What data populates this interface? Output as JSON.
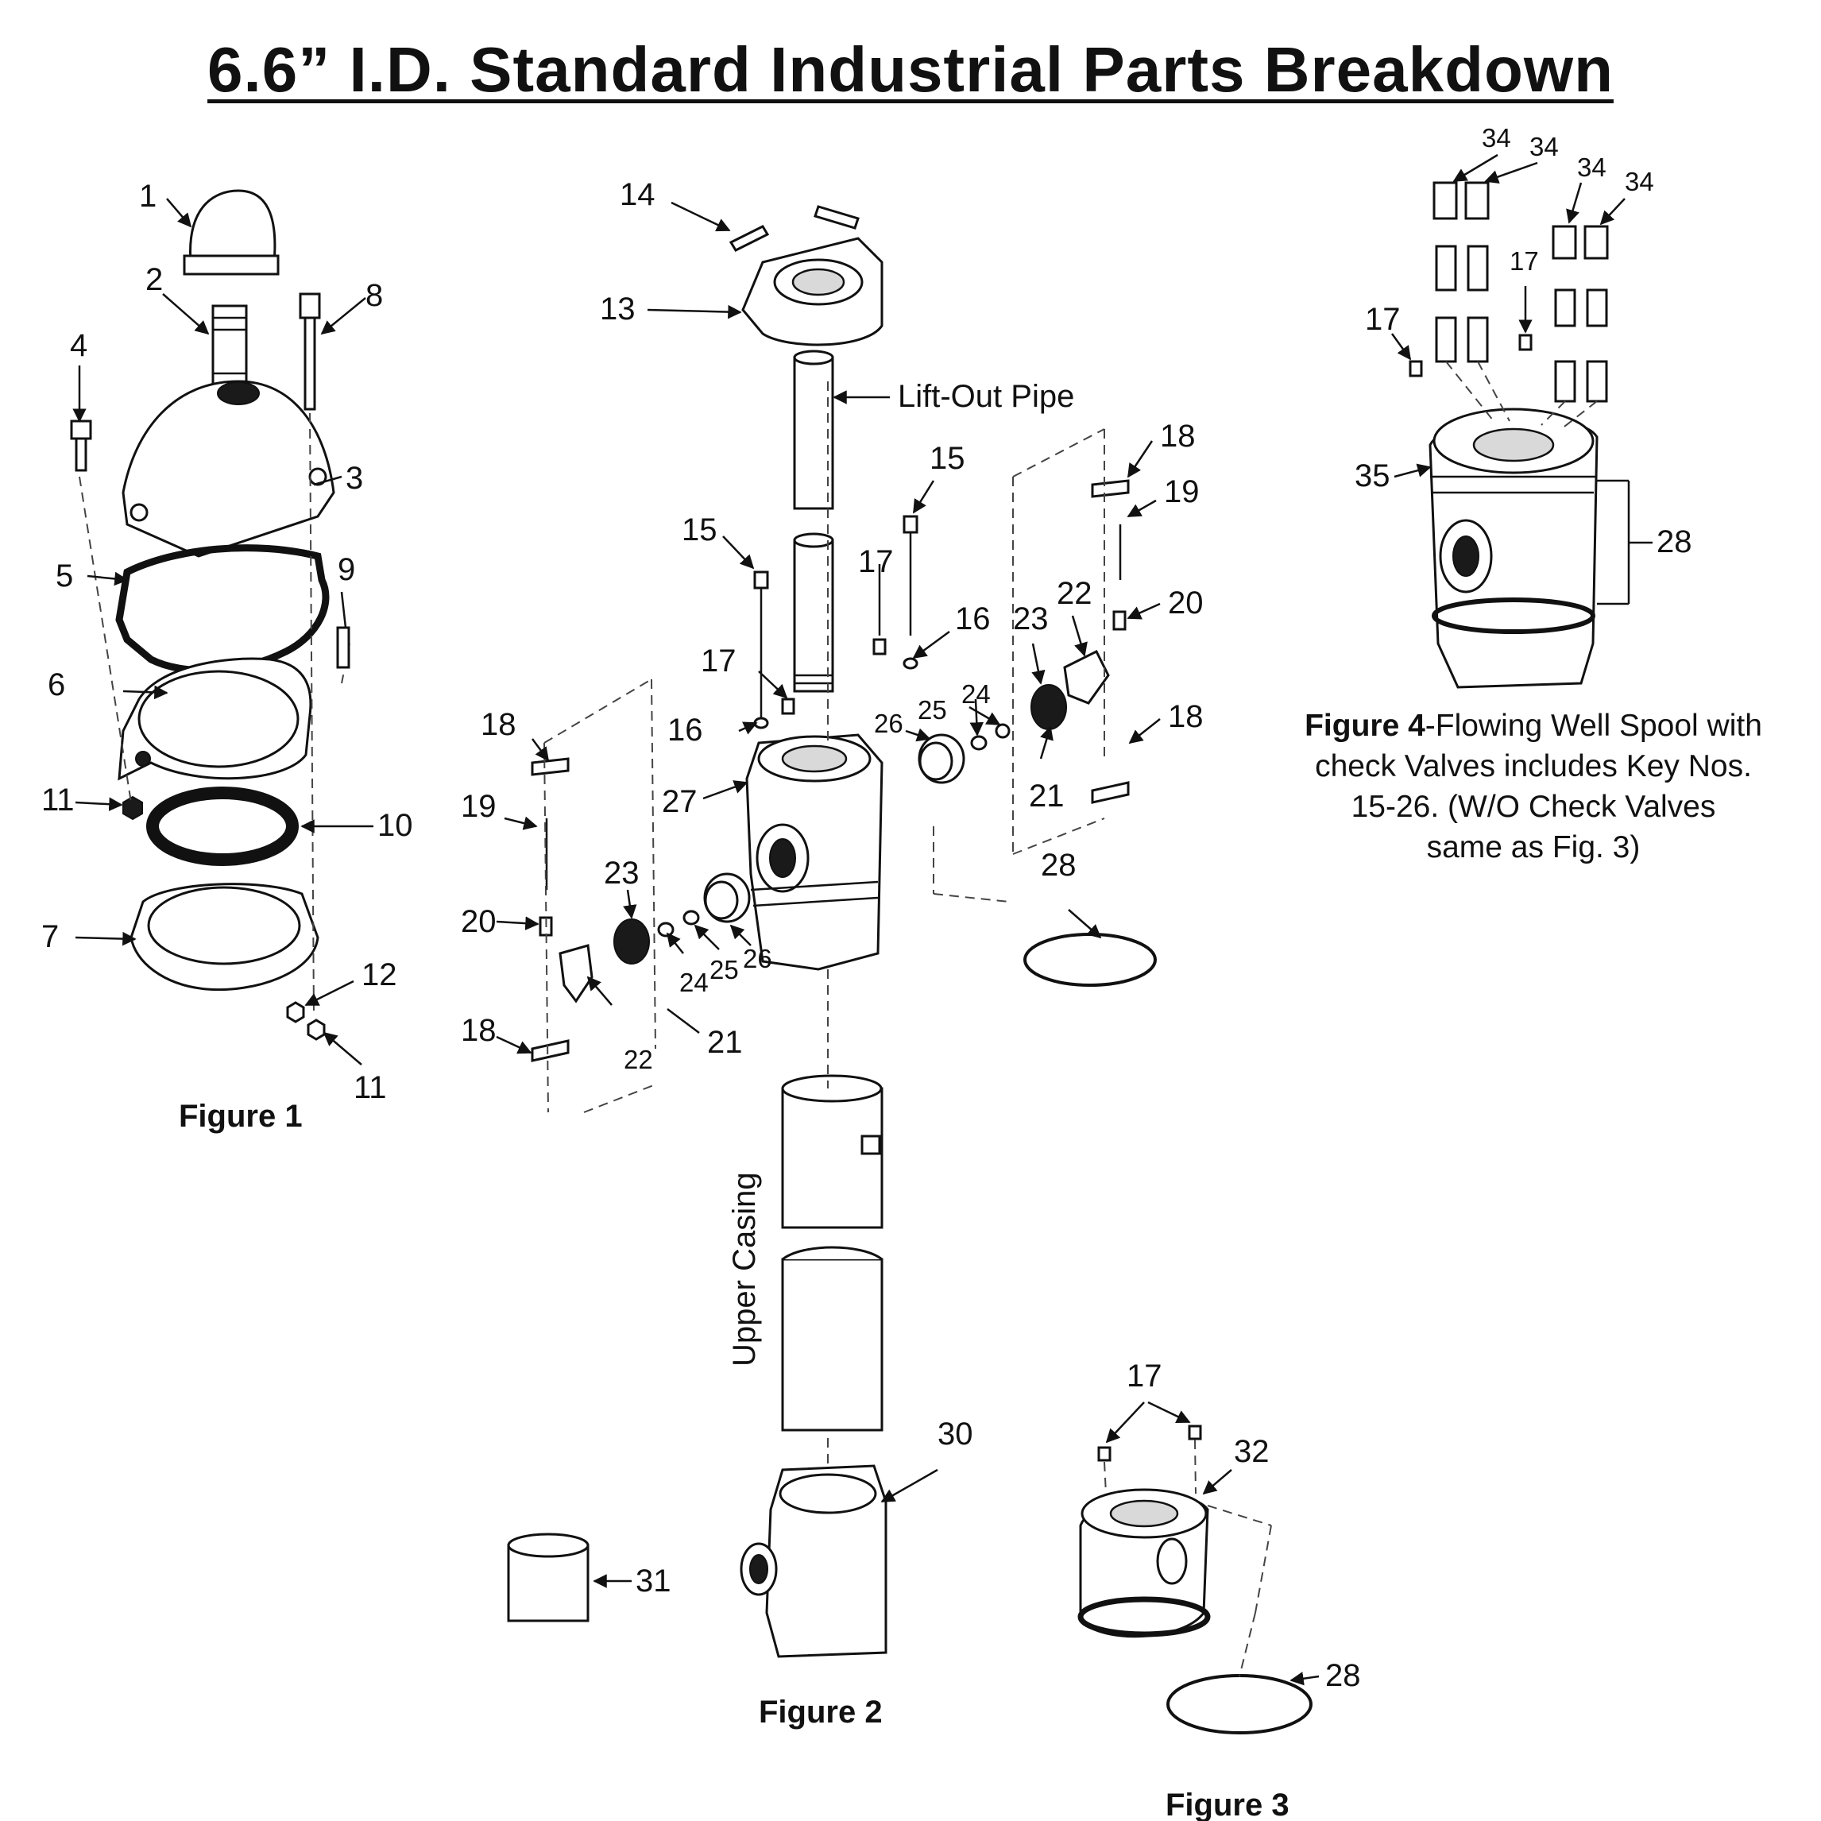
{
  "title": "6.6” I.D. Standard Industrial Parts Breakdown",
  "figures": {
    "fig1": "Figure 1",
    "fig2": "Figure 2",
    "fig3": "Figure 3",
    "fig4_label": "Figure 4",
    "fig4_text_1": "-Flowing Well Spool with",
    "fig4_text_2": "check Valves includes Key Nos.",
    "fig4_text_3": "15-26. (W/O Check Valves",
    "fig4_text_4": "same as Fig. 3)"
  },
  "labels": {
    "lift_out_pipe": "Lift-Out Pipe",
    "upper_casing": "Upper Casing"
  },
  "callouts": {
    "fig1": [
      "1",
      "2",
      "8",
      "4",
      "3",
      "5",
      "9",
      "6",
      "11",
      "10",
      "7",
      "12",
      "11"
    ],
    "fig2": [
      "14",
      "13",
      "15",
      "15",
      "17",
      "16",
      "17",
      "16",
      "27",
      "23",
      "22",
      "24",
      "25",
      "26",
      "21",
      "18",
      "19",
      "20",
      "18",
      "23",
      "24",
      "25",
      "26",
      "20",
      "18",
      "21",
      "22",
      "28",
      "19",
      "18",
      "30",
      "31"
    ],
    "fig3": [
      "17",
      "32",
      "28"
    ],
    "fig4": [
      "34",
      "34",
      "34",
      "34",
      "17",
      "17",
      "35",
      "28"
    ]
  }
}
